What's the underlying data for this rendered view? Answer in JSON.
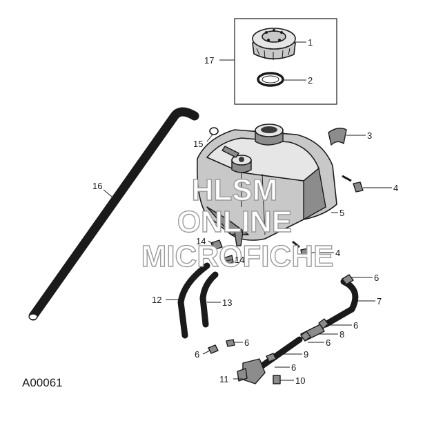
{
  "diagram": {
    "code": "A00061",
    "watermark": [
      "HLSM",
      "ONLINE",
      "MICROFICHE"
    ]
  },
  "callouts": {
    "c1": "1",
    "c2": "2",
    "c3": "3",
    "c4a": "4",
    "c4b": "4",
    "c5": "5",
    "c6a": "6",
    "c6b": "6",
    "c6c": "6",
    "c6d": "6",
    "c6e": "6",
    "c6f": "6",
    "c7": "7",
    "c8": "8",
    "c9": "9",
    "c10": "10",
    "c11": "11",
    "c12": "12",
    "c13": "13",
    "c14a": "14",
    "c14b": "14",
    "c15": "15",
    "c16": "16",
    "c17": "17"
  }
}
